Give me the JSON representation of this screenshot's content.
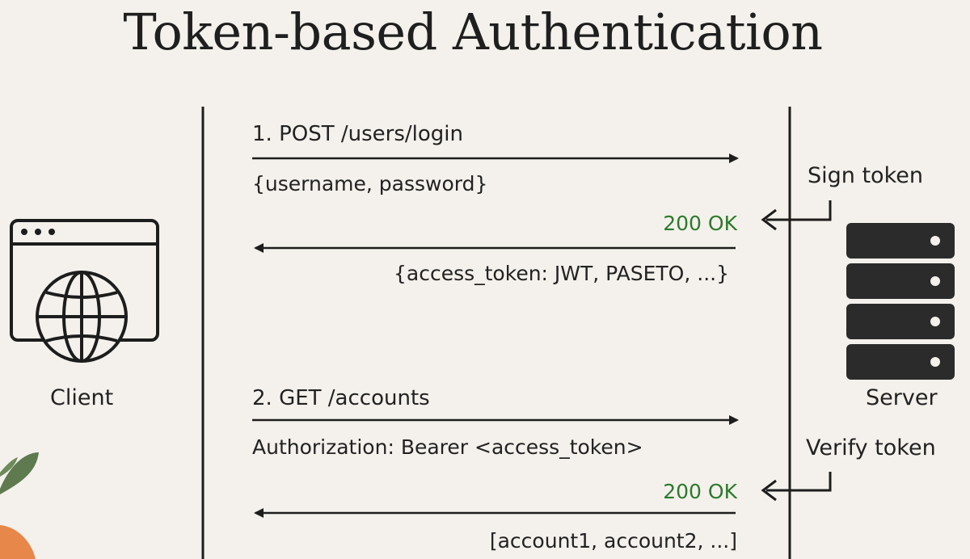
{
  "title": "Token-based Authentication",
  "client": {
    "label": "Client",
    "icon": "browser-globe-icon"
  },
  "server": {
    "label": "Server",
    "icon": "server-rack-icon"
  },
  "flows": [
    {
      "request": "1. POST /users/login",
      "request_payload": "{username, password}",
      "server_action": "Sign token",
      "status": "200 OK",
      "response_payload": "{access_token: JWT, PASETO, ...}"
    },
    {
      "request": "2. GET /accounts",
      "request_payload": "Authorization: Bearer <access_token>",
      "server_action": "Verify token",
      "status": "200 OK",
      "response_payload": "[account1, account2, ...]"
    }
  ],
  "colors": {
    "background": "#f4f1ec",
    "line": "#1d1d1d",
    "status": "#2d7a2d",
    "server_fill": "#2b2b2b",
    "leaf": "#5f7a4f",
    "fruit": "#e8874a"
  }
}
